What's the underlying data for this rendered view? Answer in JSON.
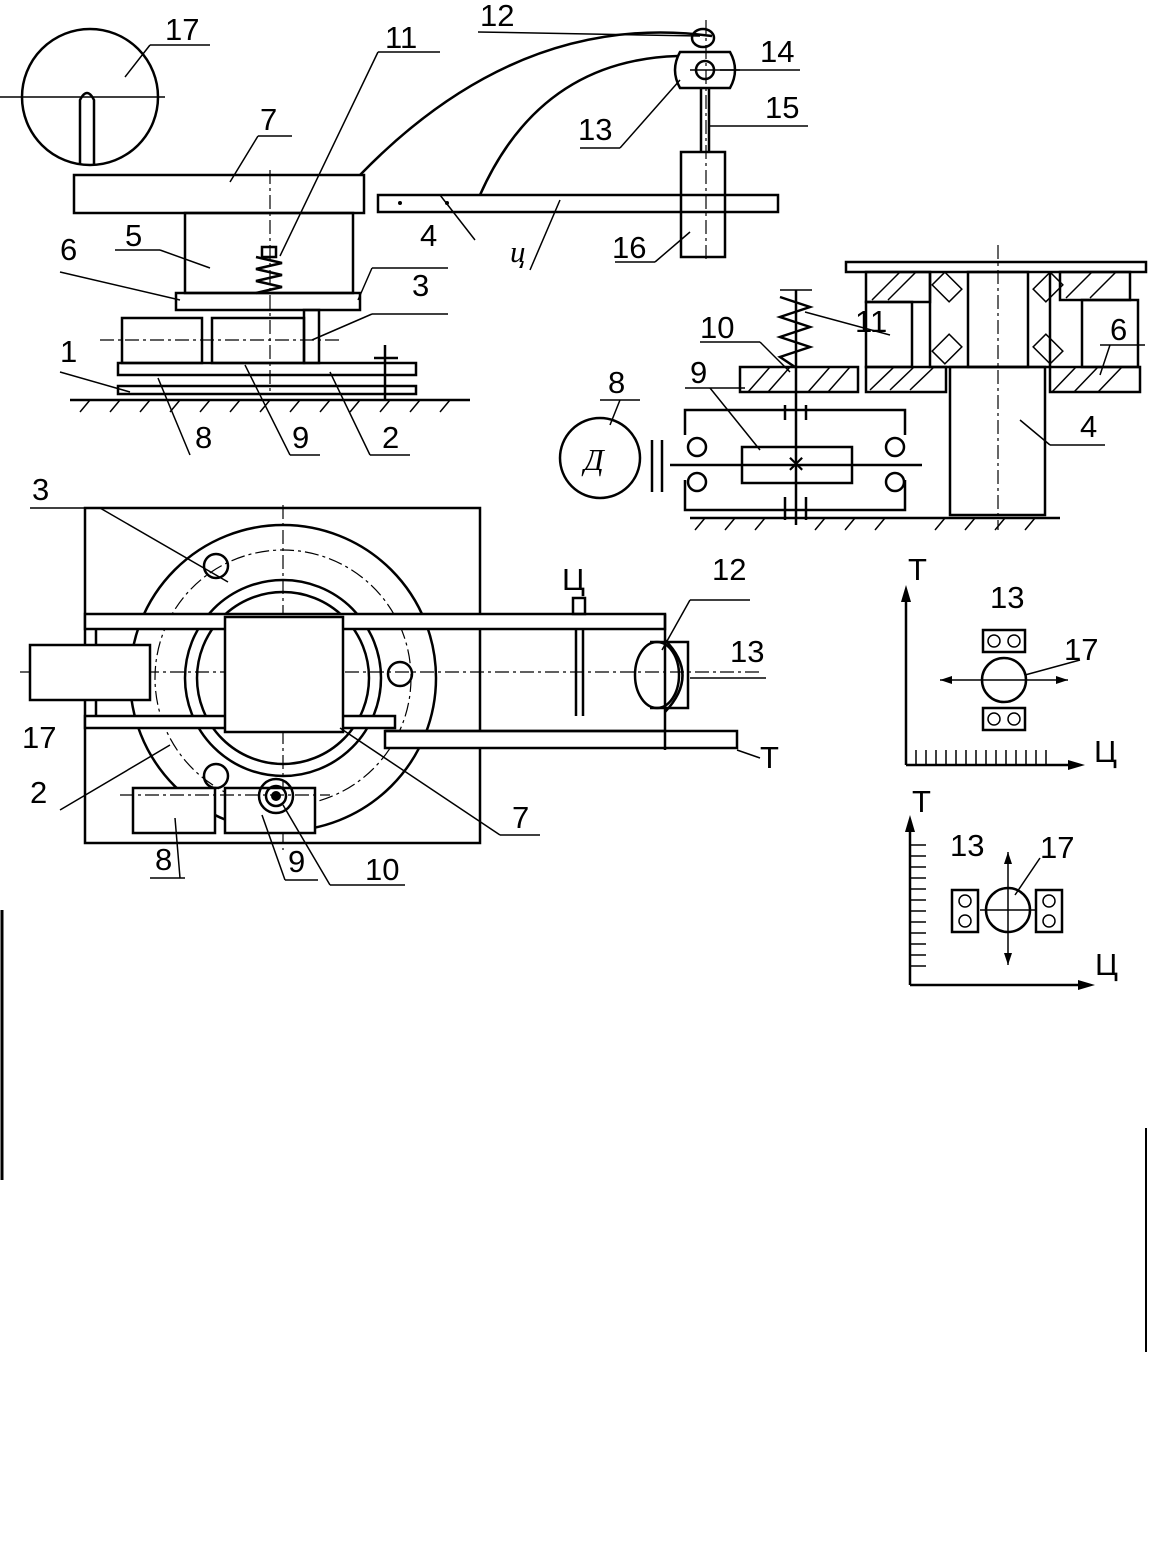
{
  "labels": {
    "n1": "1",
    "n2": "2",
    "n3": "3",
    "n4": "4",
    "n5": "5",
    "n6": "6",
    "n7": "7",
    "n8": "8",
    "n9": "9",
    "n10": "10",
    "n11": "11",
    "n12": "12",
    "n13": "13",
    "n14": "14",
    "n15": "15",
    "n16": "16",
    "n17": "17",
    "c_lower": "ц",
    "c_upper": "Ц",
    "t_upper": "Т",
    "motor": "Д"
  }
}
